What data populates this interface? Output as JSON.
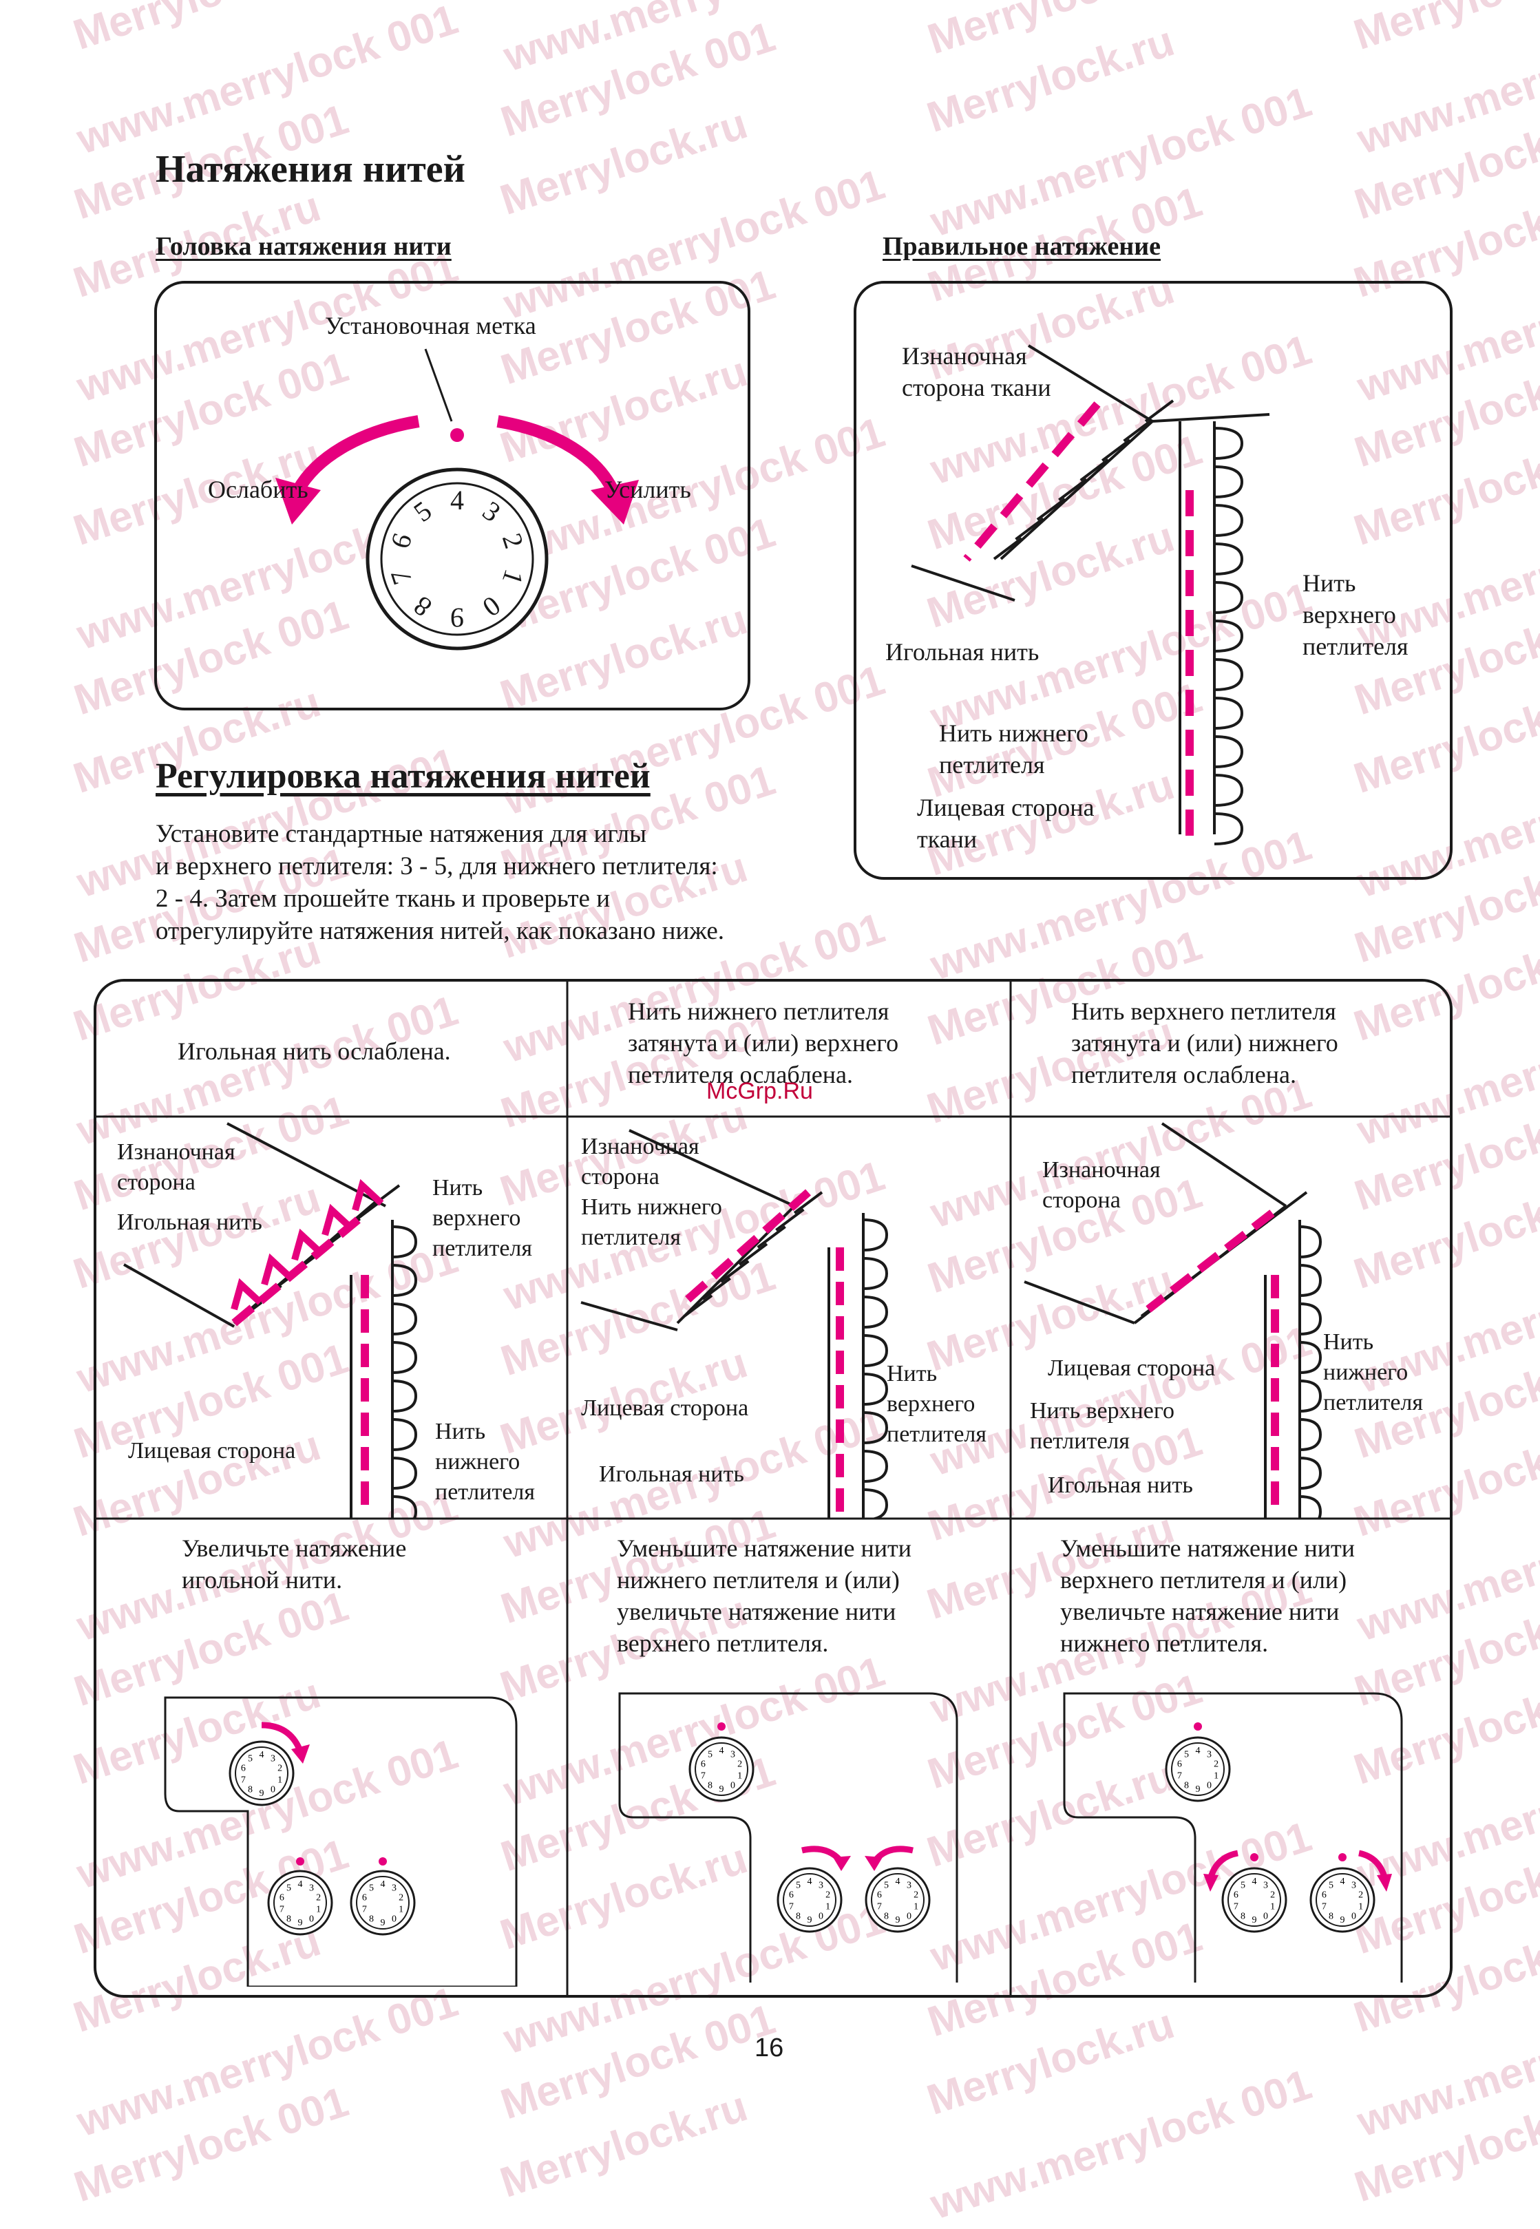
{
  "watermark": {
    "lines": [
      "Merrylock.ru",
      "www.merrylock 001",
      "Merrylock 001"
    ]
  },
  "page": {
    "title": "Натяжения нитей",
    "section_left": "Головка натяжения нити",
    "section_right": "Правильное натяжение",
    "dial": {
      "mark_label": "Установочная метка",
      "loosen_label": "Ослабить",
      "tighten_label": "Усилить",
      "numbers": [
        "4",
        "3",
        "2",
        "1",
        "0",
        "9",
        "8",
        "7",
        "6",
        "5"
      ]
    },
    "correct": {
      "wrong_side": [
        "Изнаночная",
        "сторона ткани"
      ],
      "needle_thread": "Игольная нить",
      "lower_looper": [
        "Нить нижнего",
        "петлителя"
      ],
      "right_side": [
        "Лицевая сторона",
        "ткани"
      ],
      "upper_looper": [
        "Нить",
        "верхнего",
        "петлителя"
      ]
    },
    "adjust_title": "Регулировка натяжения нитей",
    "adjust_text": [
      "Установите стандартные натяжения для иглы",
      "и верхнего петлителя: 3 - 5, для нижнего петлителя:",
      "2 - 4. Затем прошейте ткань и проверьте и",
      "отрегулируйте натяжения нитей, как показано ниже."
    ],
    "table": {
      "headers": [
        [
          "Игольная нить ослаблена."
        ],
        [
          "Нить нижнего петлителя",
          "затянута и (или) верхнего",
          "петлителя ослаблена."
        ],
        [
          "Нить верхнего петлителя",
          "затянута и (или) нижнего",
          "петлителя ослаблена."
        ]
      ],
      "col1_labels": {
        "wrong": [
          "Изнаночная",
          "сторона"
        ],
        "needle": "Игольная нить",
        "upper": [
          "Нить",
          "верхнего",
          "петлителя"
        ],
        "lower": [
          "Нить",
          "нижнего",
          "петлителя"
        ],
        "face": "Лицевая сторона"
      },
      "col2_labels": {
        "wrong": [
          "Изнаночная",
          "сторона"
        ],
        "lower": [
          "Нить нижнего",
          "петлителя"
        ],
        "upper": [
          "Нить",
          "верхнего",
          "петлителя"
        ],
        "face": "Лицевая сторона",
        "needle": "Игольная нить"
      },
      "col3_labels": {
        "wrong": [
          "Изнаночная",
          "сторона"
        ],
        "face": "Лицевая сторона",
        "upper": [
          "Нить верхнего",
          "петлителя"
        ],
        "lower": [
          "Нить",
          "нижнего",
          "петлителя"
        ],
        "needle": "Игольная нить"
      },
      "remedies": [
        [
          "Увеличьте натяжение",
          "игольной нити."
        ],
        [
          "Уменьшите натяжение нити",
          "нижнего петлителя и (или)",
          "увеличьте натяжение нити",
          "верхнего петлителя."
        ],
        [
          "Уменьшите натяжение нити",
          "верхнего петлителя и (или)",
          "увеличьте натяжение нити",
          "нижнего петлителя."
        ]
      ]
    },
    "site_label": "McGrp.Ru",
    "page_number": "16",
    "accent_color": "#e6007e"
  }
}
